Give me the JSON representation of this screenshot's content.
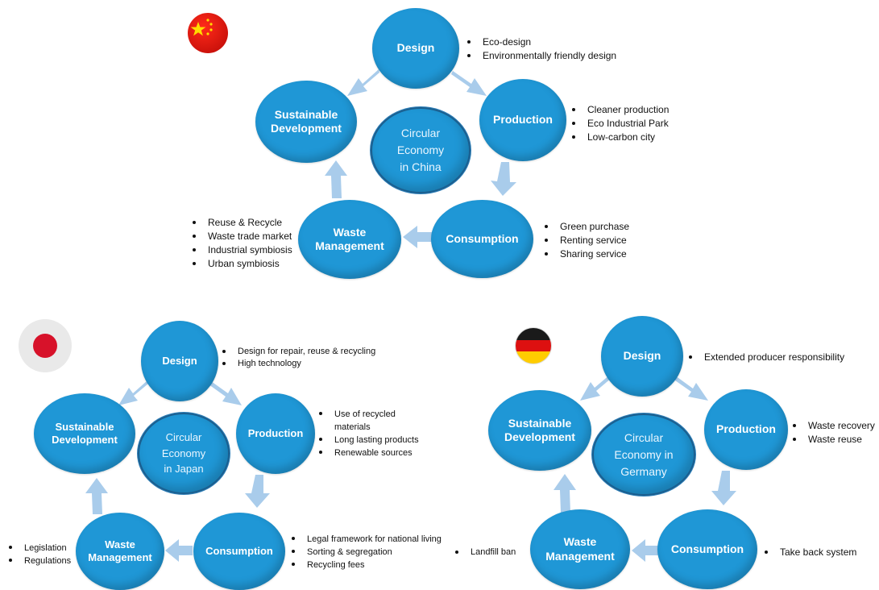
{
  "colors": {
    "node": "#1f97d6",
    "arrow": "#a9cceb",
    "text_on_node": "#ffffff"
  },
  "china": {
    "flag_icon": "china-flag",
    "center": [
      "Circular",
      "Economy",
      "in China"
    ],
    "nodes": {
      "design": "Design",
      "production": "Production",
      "consumption": "Consumption",
      "waste": [
        "Waste",
        "Management"
      ],
      "sustainable": [
        "Sustainable",
        "Development"
      ]
    },
    "bullets": {
      "design": [
        "Eco-design",
        "Environmentally friendly design"
      ],
      "production": [
        "Cleaner production",
        "Eco Industrial Park",
        "Low-carbon city"
      ],
      "consumption": [
        "Green purchase",
        "Renting service",
        "Sharing service"
      ],
      "waste": [
        "Reuse & Recycle",
        "Waste trade market",
        "Industrial symbiosis",
        "Urban symbiosis"
      ]
    }
  },
  "japan": {
    "flag_icon": "japan-flag",
    "center": [
      "Circular",
      "Economy",
      "in Japan"
    ],
    "nodes": {
      "design": "Design",
      "production": "Production",
      "consumption": "Consumption",
      "waste": [
        "Waste",
        "Management"
      ],
      "sustainable": [
        "Sustainable",
        "Development"
      ]
    },
    "bullets": {
      "design": [
        "Design for repair, reuse & recycling",
        "High technology"
      ],
      "production": [
        "Use of recycled materials",
        "Long lasting  products",
        "Renewable sources"
      ],
      "consumption": [
        "Legal framework for national living",
        "Sorting & segregation",
        "Recycling fees"
      ],
      "waste": [
        "Legislation",
        "Regulations"
      ]
    }
  },
  "germany": {
    "flag_icon": "germany-flag",
    "center": [
      "Circular",
      "Economy in",
      "Germany"
    ],
    "nodes": {
      "design": "Design",
      "production": "Production",
      "consumption": "Consumption",
      "waste": [
        "Waste",
        "Management"
      ],
      "sustainable": [
        "Sustainable",
        "Development"
      ]
    },
    "bullets": {
      "design": [
        "Extended producer responsibility"
      ],
      "production": [
        "Waste recovery",
        "Waste reuse"
      ],
      "consumption": [
        "Take back system"
      ],
      "waste": [
        "Landfill ban"
      ]
    }
  }
}
